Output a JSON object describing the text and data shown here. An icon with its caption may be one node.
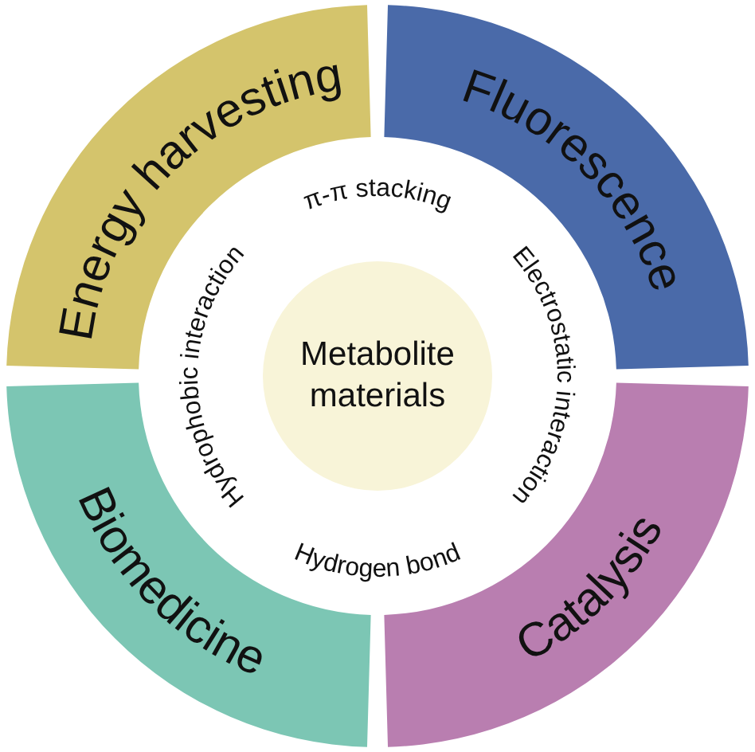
{
  "diagram": {
    "nodes": [
      {
        "text": [
          "Energy harvesting"
        ]
      },
      {
        "text": [
          "Fluorescence"
        ]
      },
      {
        "text": [
          "Metabolite materials"
        ]
      },
      {
        "text": [
          "Biomedicine"
        ]
      },
      {
        "text": [
          "Catalysis"
        ]
      }
    ],
    "labels": [
      "π-π stacking",
      "Hydrophobic interaction",
      "Electrostatic interaction",
      "Hydrogen bond"
    ]
  }
}
